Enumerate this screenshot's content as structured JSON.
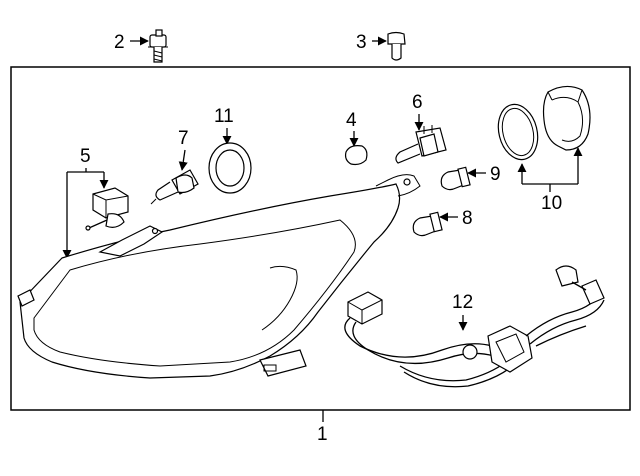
{
  "diagram": {
    "assembly_callout": "1",
    "callouts": {
      "c2": "2",
      "c3": "3",
      "c4": "4",
      "c5": "5",
      "c6": "6",
      "c7": "7",
      "c8": "8",
      "c9": "9",
      "c10": "10",
      "c11": "11",
      "c12": "12"
    }
  }
}
